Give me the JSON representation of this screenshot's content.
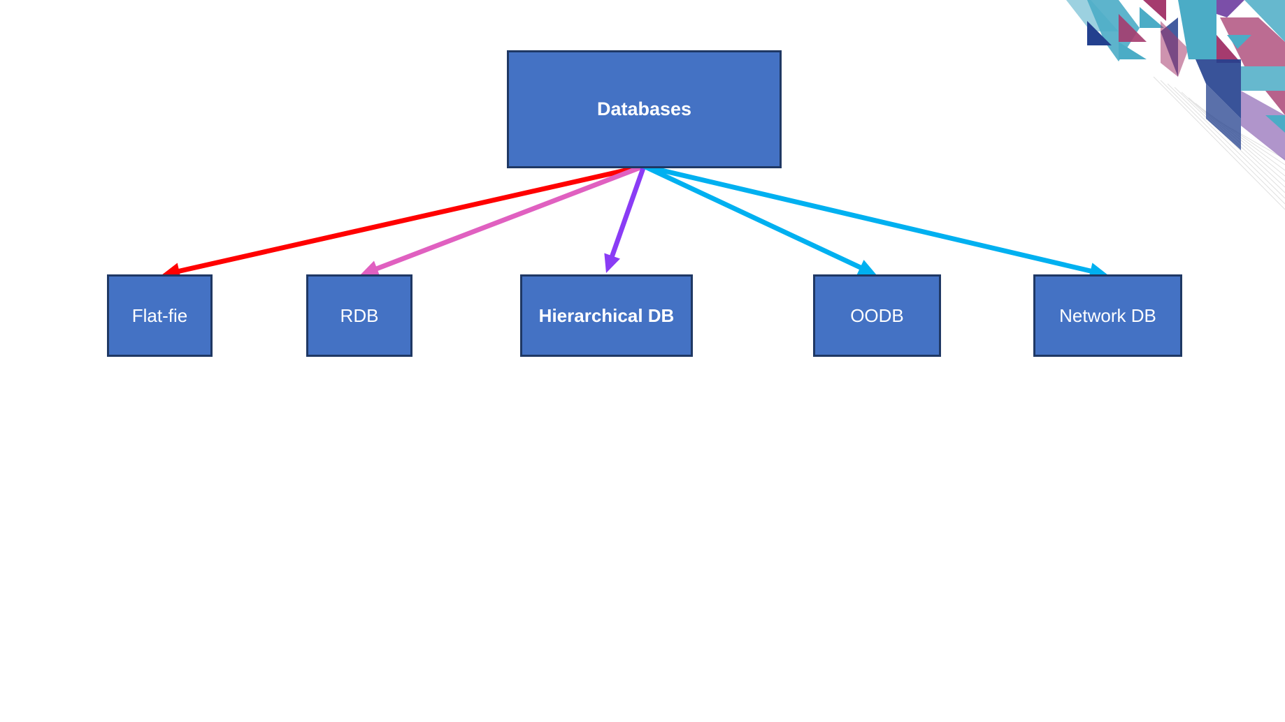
{
  "diagram": {
    "node_fill": "#4472c4",
    "node_border": "#1f3864",
    "root": {
      "label": "Databases"
    },
    "children": [
      {
        "label": "Flat-fie",
        "arrow_color": "#ff0000"
      },
      {
        "label": "RDB",
        "arrow_color": "#e060c0"
      },
      {
        "label": "Hierarchical DB",
        "arrow_color": "#8a3cf5"
      },
      {
        "label": "OODB",
        "arrow_color": "#00b0f0"
      },
      {
        "label": "Network DB",
        "arrow_color": "#00b0f0"
      }
    ]
  },
  "decoration": {
    "colors": [
      "#4bacc6",
      "#a53b6e",
      "#23408e",
      "#7b4fa8",
      "#d9d9d9"
    ]
  }
}
